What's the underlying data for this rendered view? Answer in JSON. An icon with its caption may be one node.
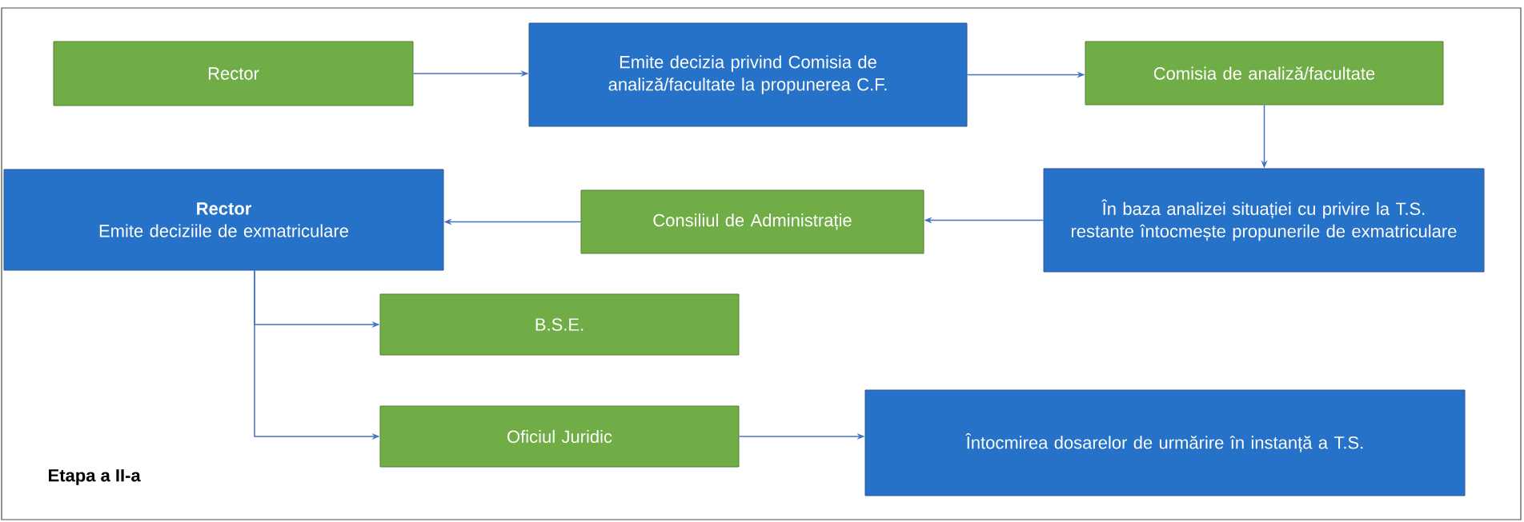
{
  "diagram": {
    "nodes": [
      {
        "text": [
          "Rector"
        ]
      },
      {
        "text": [
          "Emite decizia privind Comisia de analiză/facultate la propunerea C.F."
        ]
      },
      {
        "text": [
          "Comisia de analiză/facultate"
        ]
      },
      {
        "text": [
          "În baza analizei situației cu privire la T.S. restante întocmește propunerile de exmatriculare"
        ]
      },
      {
        "text": [
          "Consiliul de Administrație"
        ]
      },
      {
        "text": [
          "Rector",
          "Emite deciziile de exmatriculare"
        ]
      },
      {
        "text": [
          "B.S.E."
        ]
      },
      {
        "text": [
          "Oficiul Juridic"
        ]
      },
      {
        "text": [
          "Întocmirea dosarelor de urmărire în instanță a T.S."
        ]
      }
    ],
    "edges": [
      {
        "from": 0,
        "to": 1,
        "arrow": "to"
      },
      {
        "from": 1,
        "to": 2,
        "arrow": "to"
      },
      {
        "from": 2,
        "to": 3,
        "arrow": "to"
      },
      {
        "from": 3,
        "to": 4,
        "arrow": "to"
      },
      {
        "from": 4,
        "to": 5,
        "arrow": "to"
      },
      {
        "from": 5,
        "to": 6,
        "arrow": "to"
      },
      {
        "from": 5,
        "to": 7,
        "arrow": "to"
      },
      {
        "from": 7,
        "to": 8,
        "arrow": "to"
      }
    ],
    "labels": [
      "Etapa a II-a"
    ]
  }
}
